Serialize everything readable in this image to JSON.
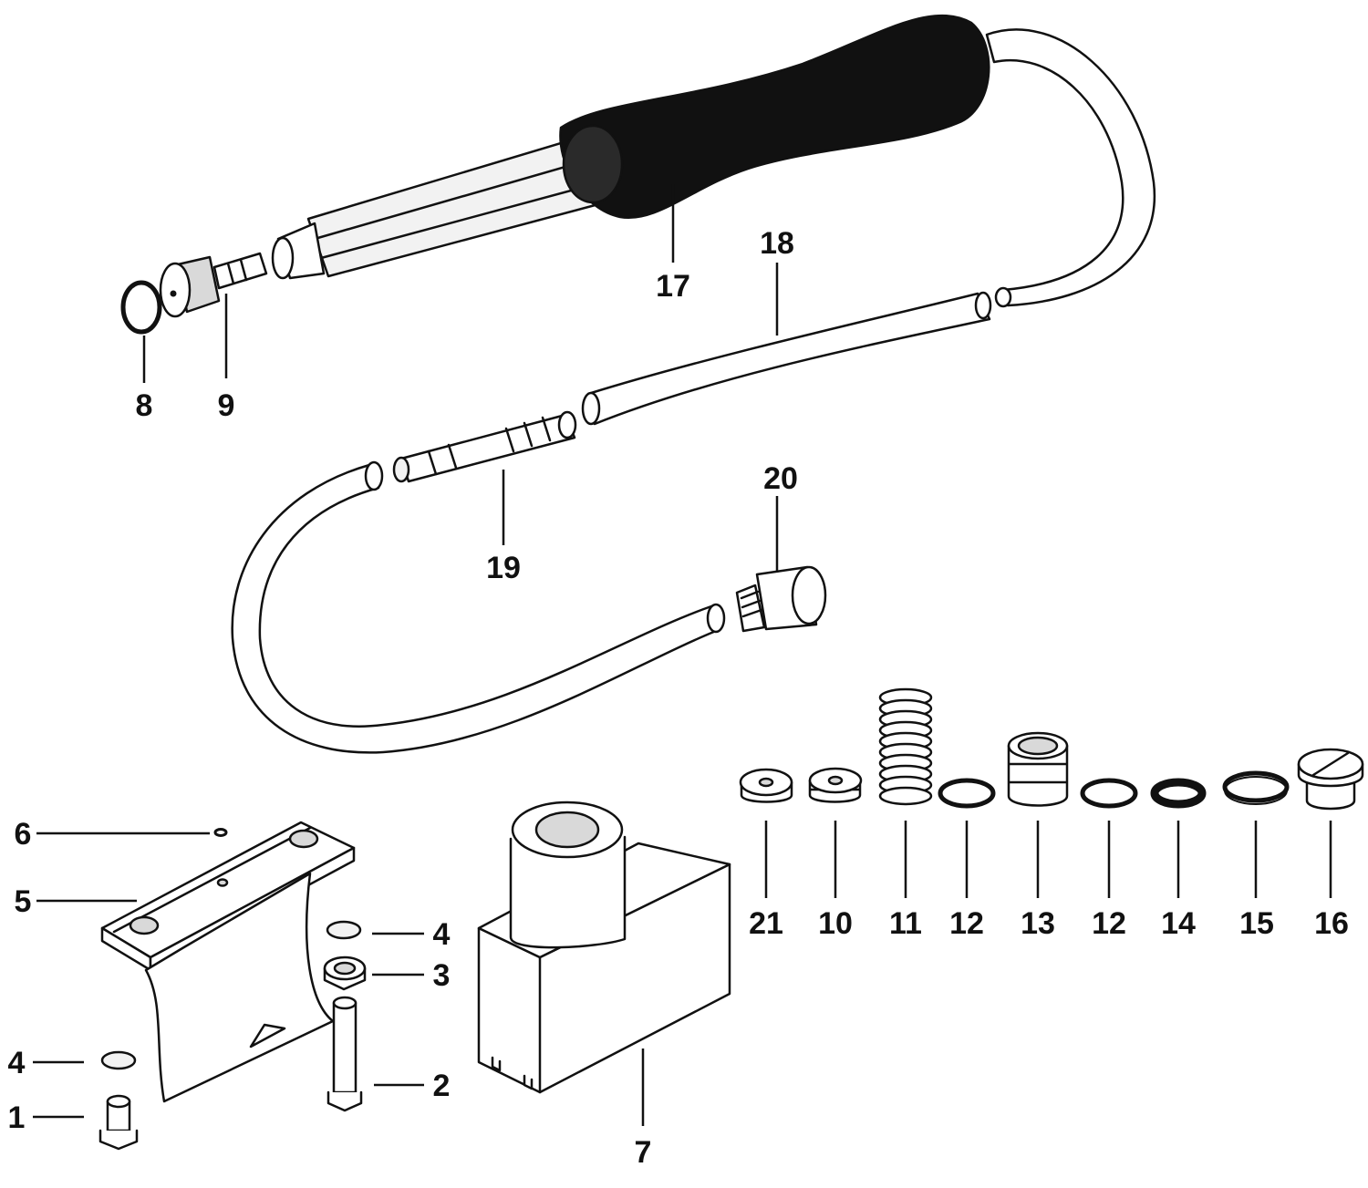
{
  "colors": {
    "ink": "#111111",
    "paper": "#ffffff",
    "shade": "#d9d9d9"
  },
  "callouts": {
    "c1": "1",
    "c2": "2",
    "c3": "3",
    "c4a": "4",
    "c4b": "4",
    "c5": "5",
    "c6": "6",
    "c7": "7",
    "c8": "8",
    "c9": "9",
    "c10": "10",
    "c11": "11",
    "c12a": "12",
    "c12b": "12",
    "c13": "13",
    "c14": "14",
    "c15": "15",
    "c16": "16",
    "c17": "17",
    "c18": "18",
    "c19": "19",
    "c20": "20",
    "c21": "21"
  }
}
